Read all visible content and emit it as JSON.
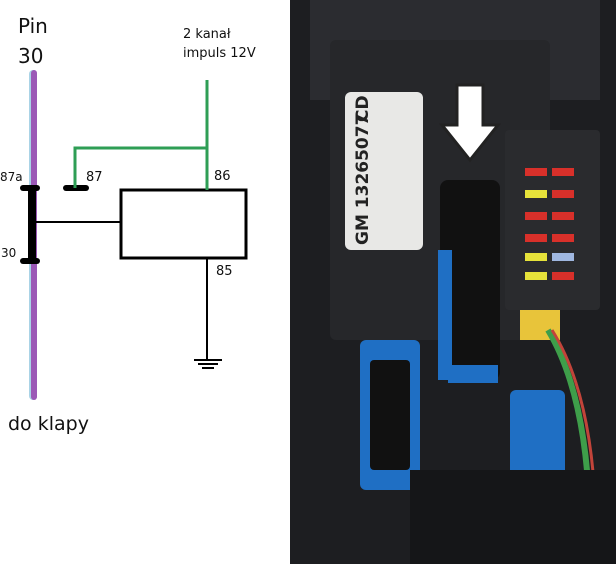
{
  "diagram": {
    "pin_label": "Pin",
    "pin_number": "30",
    "signal_line1": "2 kanał",
    "signal_line2": "impuls 12V",
    "terminals": {
      "t87a": "87a",
      "t87": "87",
      "t86": "86",
      "t30": "30",
      "t85": "85"
    },
    "output_label": "do klapy",
    "colors": {
      "pin_wire": "#9b59b6",
      "signal_wire": "#2e9e55",
      "relay": "#000000"
    }
  },
  "photo": {
    "module_label": "GM 13265077",
    "module_variant": "CD",
    "arrow_icon": "down-arrow-outline"
  }
}
